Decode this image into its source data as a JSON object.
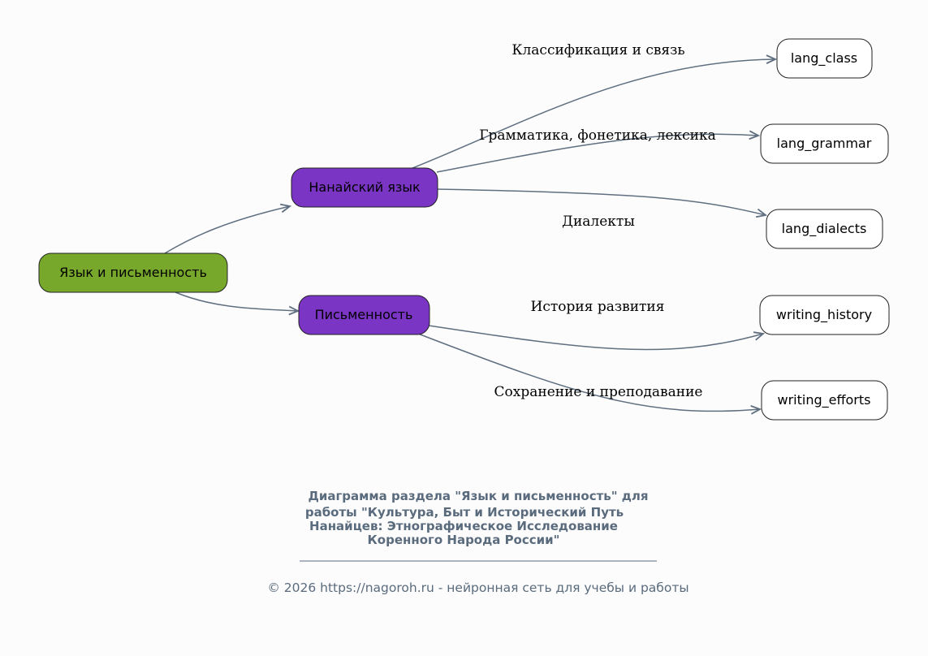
{
  "colors": {
    "background": "#fcfcfc",
    "root": "#78a82b",
    "branch": "#7b35c5",
    "leaf": "#ffffff",
    "edge": "#5f6f80",
    "title": "#5a6b7d"
  },
  "nodes": {
    "root": "Язык и письменность",
    "nanai": "Нанайский язык",
    "writing": "Письменность",
    "lang_class": "lang_class",
    "lang_grammar": "lang_grammar",
    "lang_dialects": "lang_dialects",
    "writing_history": "writing_history",
    "writing_efforts": "writing_efforts"
  },
  "edge_labels": {
    "lang_class": "Классификация и связь",
    "lang_grammar": "Грамматика, фонетика, лексика",
    "lang_dialects": "Диалекты",
    "writing_history": "История развития",
    "writing_efforts": "Сохранение и преподавание"
  },
  "title_lines": [
    "Диаграмма раздела \"Язык и письменность\" для",
    "работы \"Культура, Быт и Исторический Путь",
    "Нанайцев: Этнографическое Исследование",
    "Коренного Народа России\""
  ],
  "footer": "© 2026 https://nagoroh.ru - нейронная сеть для учебы и работы"
}
